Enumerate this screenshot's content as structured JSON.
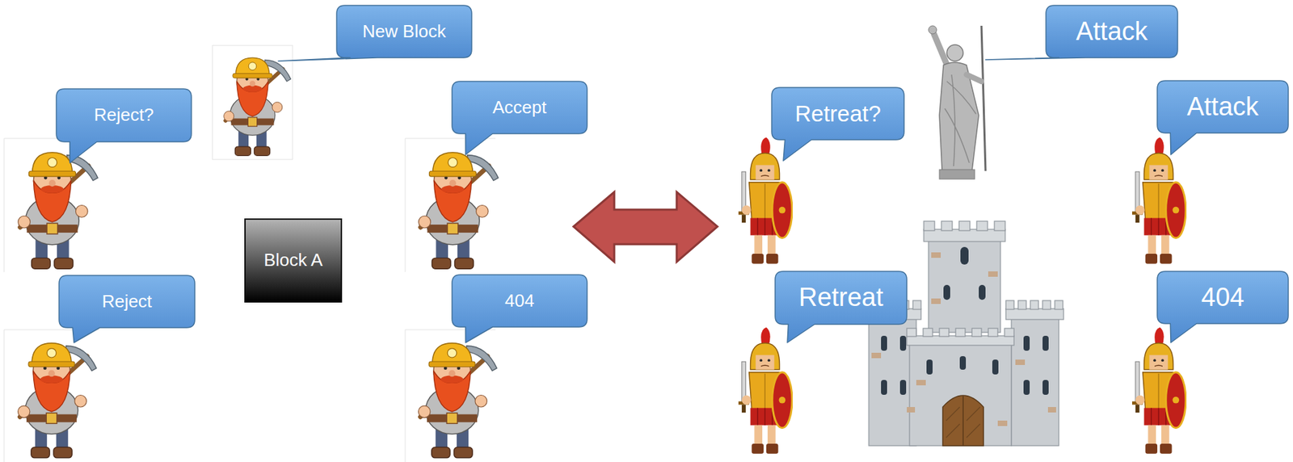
{
  "diagram": {
    "nodes": [
      {
        "text": [
          "New Block"
        ]
      },
      {
        "text": [
          "Reject?"
        ]
      },
      {
        "text": [
          "Accept"
        ]
      },
      {
        "text": [
          "Block A"
        ]
      },
      {
        "text": [
          "Reject"
        ]
      },
      {
        "text": [
          "404"
        ]
      },
      {
        "text": [
          "Attack"
        ]
      },
      {
        "text": [
          "Retreat?"
        ]
      },
      {
        "text": [
          "Attack"
        ]
      },
      {
        "text": [
          "Retreat"
        ]
      },
      {
        "text": [
          "404"
        ]
      }
    ]
  }
}
